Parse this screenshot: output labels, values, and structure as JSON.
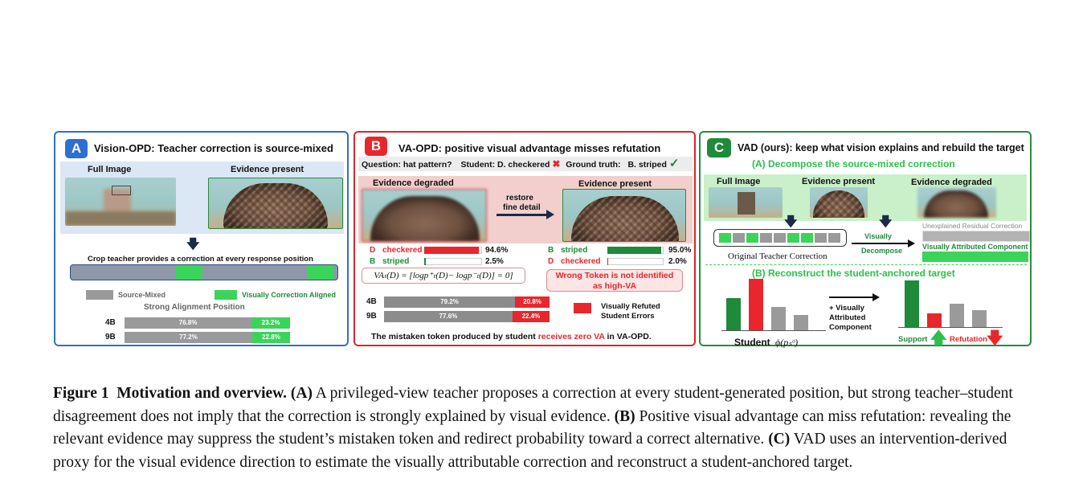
{
  "panelA": {
    "badge": "A",
    "title": "Vision-OPD: Teacher correction is source-mixed",
    "full_image": "Full Image",
    "evidence_present": "Evidence present",
    "crop_text": "Crop teacher provides a correction at every response position",
    "legend_source_mixed": "Source-Mixed",
    "legend_aligned": "Visually Correction Aligned",
    "strong_alignment": "Strong Alignment Position",
    "rows": [
      {
        "label": "4B",
        "gray": "76.8%",
        "green": "23.2%",
        "gray_value": 76.8
      },
      {
        "label": "9B",
        "gray": "77.2%",
        "green": "22.8%",
        "gray_value": 77.2
      }
    ],
    "colors": {
      "border": "#2f6fd0",
      "badge": "#2f6fd0",
      "gray": "#9a9a9a",
      "green": "#3bd45a"
    }
  },
  "panelB": {
    "badge": "B",
    "title": "VA-OPD: positive visual advantage misses refutation",
    "question": "Question: hat pattern?",
    "student": "Student: D. checkered",
    "cross": "✖",
    "ground_truth": "Ground truth:",
    "gt_answer": "B. striped",
    "check": "✓",
    "evidence_degraded": "Evidence degraded",
    "evidence_present": "Evidence present",
    "restore": "restore",
    "fine_detail": "fine detail",
    "left_bars": [
      {
        "letter": "D",
        "word": "checkered",
        "value": "94.6%",
        "v": 94.6,
        "color": "#e8262b"
      },
      {
        "letter": "B",
        "word": "striped",
        "value": "2.5%",
        "v": 2.5,
        "color": "#1e8a3a"
      }
    ],
    "right_bars": [
      {
        "letter": "B",
        "word": "striped",
        "value": "95.0%",
        "v": 95.0,
        "color": "#1e8a3a"
      },
      {
        "letter": "D",
        "word": "checkered",
        "value": "2.0%",
        "v": 2.0,
        "color": "#e8262b"
      }
    ],
    "formula": "VAₜ(D) = [logp⁺ₜ(D)− logp⁻ₜ(D)] = 0]",
    "wrong_token_1": "Wrong Token is not identified",
    "wrong_token_2": "as high-VA",
    "rows": [
      {
        "label": "4B",
        "gray": "79.2%",
        "red": "20.8%",
        "gray_value": 79.2
      },
      {
        "label": "9B",
        "gray": "77.6%",
        "red": "22.4%",
        "gray_value": 77.6
      }
    ],
    "legend_refuted_1": "Visually Refuted",
    "legend_refuted_2": "Student Errors",
    "footer_pre": "The mistaken token produced by student ",
    "footer_red": "receives zero VA",
    "footer_post": " in VA-OPD.",
    "colors": {
      "border": "#d9262b",
      "badge": "#e8262b",
      "red": "#e8262b",
      "gray": "#8c8c8c"
    }
  },
  "panelC": {
    "badge": "C",
    "title": "VAD (ours): keep what vision explains and rebuild the target",
    "sub_a": "(A) Decompose the source-mixed correction",
    "full_image": "Full Image",
    "evidence_present": "Evidence present",
    "evidence_degraded": "Evidence degraded",
    "original_teacher": "Original Teacher Correction",
    "visually": "Visually",
    "decompose": "Decompose",
    "unexplained": "Unexplained Residual Correction",
    "visually_attributed": "Visually Attributed Component",
    "sub_b": "(B) Reconstruct the student-anchored target",
    "plus_1": "+ Visually",
    "plus_2": "Attributed",
    "plus_3": "Component",
    "student": "Student",
    "student_formula": "ϕ(pₛᵒ)",
    "support": "Support",
    "refutation": "Refutation",
    "left_chart": [
      {
        "v": 0.62,
        "color": "#1e8a3a"
      },
      {
        "v": 1.0,
        "color": "#e8262b"
      },
      {
        "v": 0.45,
        "color": "#9a9a9a"
      },
      {
        "v": 0.3,
        "color": "#9a9a9a"
      }
    ],
    "right_chart": [
      {
        "v": 1.0,
        "color": "#1e8a3a"
      },
      {
        "v": 0.3,
        "color": "#e8262b"
      },
      {
        "v": 0.5,
        "color": "#9a9a9a"
      },
      {
        "v": 0.37,
        "color": "#9a9a9a"
      }
    ],
    "teacher_cells": [
      "#3bd45a",
      "#9a9a9a",
      "#3bd45a",
      "#9a9a9a",
      "#9a9a9a",
      "#3bd45a",
      "#3bd45a",
      "#9a9a9a",
      "#9a9a9a"
    ],
    "colors": {
      "border": "#2a8a3e",
      "badge": "#1e8a3a",
      "green_text": "#2cc04a"
    }
  },
  "caption": {
    "fig": "Figure 1",
    "heading": "Motivation and overview.",
    "a_tag": "(A)",
    "a_text": " A privileged-view teacher proposes a correction at every student-generated position, but strong teacher–student disagreement does not imply that the correction is strongly explained by visual evidence. ",
    "b_tag": "(B)",
    "b_text": " Positive visual advantage can miss refutation: revealing the relevant evidence may suppress the student’s mistaken token and redirect probability toward a correct alternative. ",
    "c_tag": "(C)",
    "c_text": " VAD uses an intervention-derived proxy for the visual evidence direction to estimate the visually attributable correction and reconstruct a student-anchored target."
  }
}
